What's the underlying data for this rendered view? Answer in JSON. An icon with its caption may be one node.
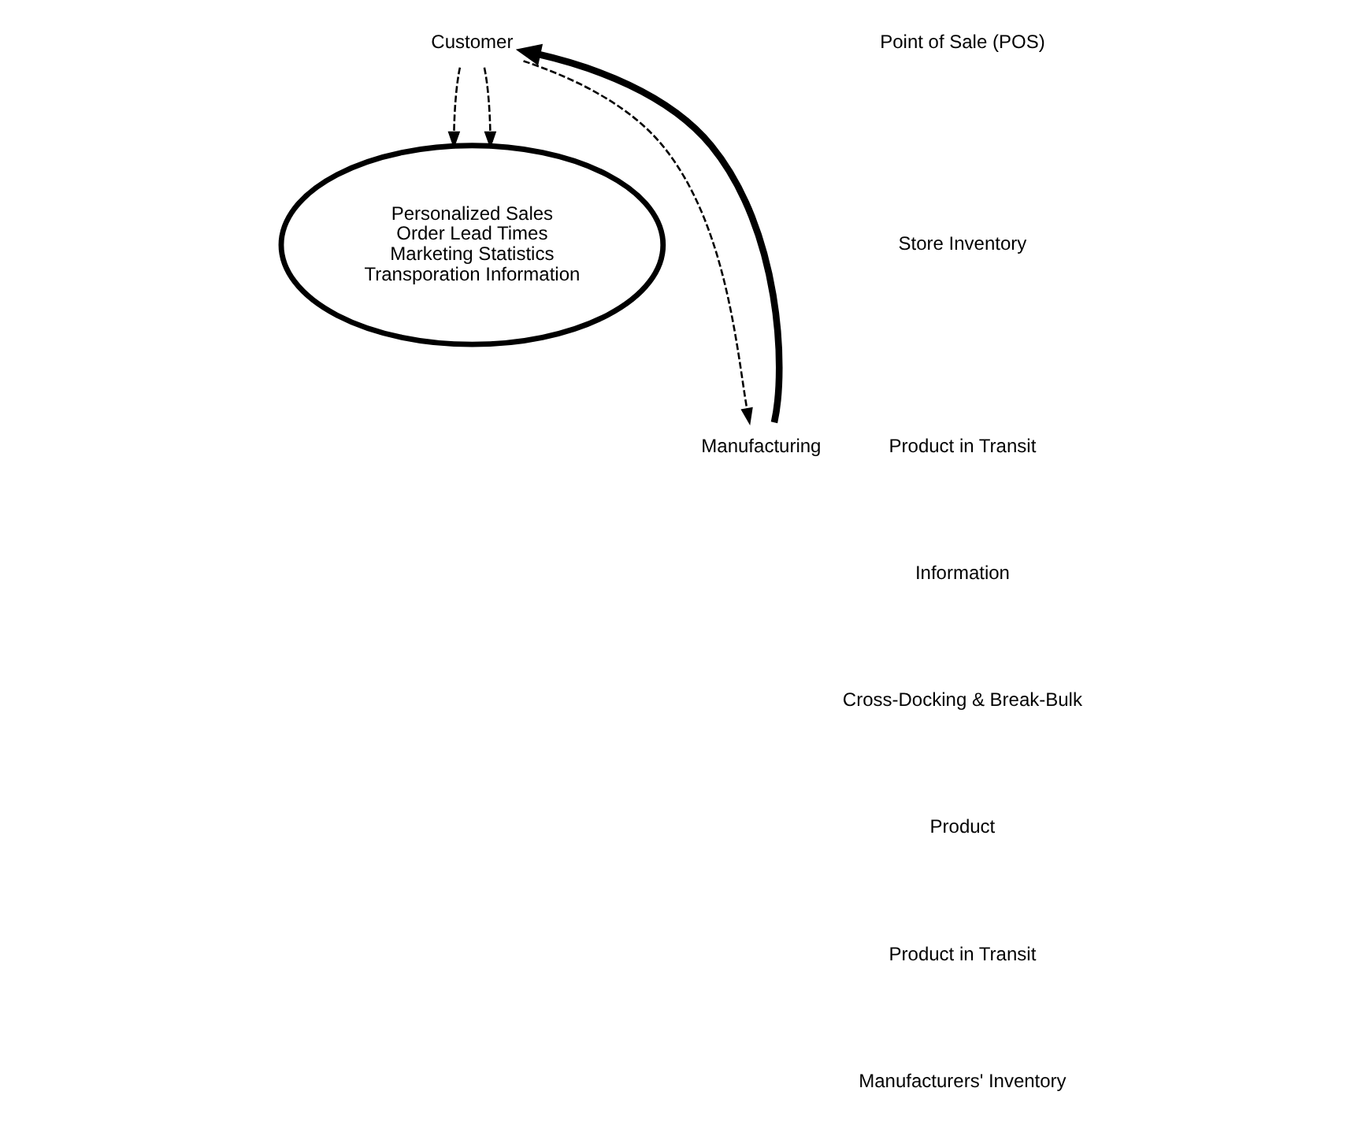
{
  "diagram": {
    "nodes": [
      {
        "text": [
          "Customer"
        ]
      },
      {
        "text": [
          "Personalized Sales",
          "Order Lead Times",
          "Marketing Statistics",
          "Transporation Information"
        ]
      },
      {
        "text": [
          "Manufacturing"
        ]
      }
    ],
    "edges": [
      {
        "from": 2,
        "to": 0,
        "arrow": "to",
        "style": "thick"
      },
      {
        "from": 0,
        "to": 1,
        "arrow": "to",
        "style": "dashed"
      },
      {
        "from": 0,
        "to": 2,
        "arrow": "to",
        "style": "dashed"
      },
      {
        "from": 0,
        "to": 1,
        "arrow": "to",
        "style": "dashed"
      }
    ],
    "labels": [
      "Point of Sale (POS)",
      "Store Inventory",
      "Product in Transit",
      "Information",
      "Cross-Docking & Break-Bulk",
      "Product",
      "Product in Transit",
      "Manufacturers' Inventory"
    ]
  }
}
